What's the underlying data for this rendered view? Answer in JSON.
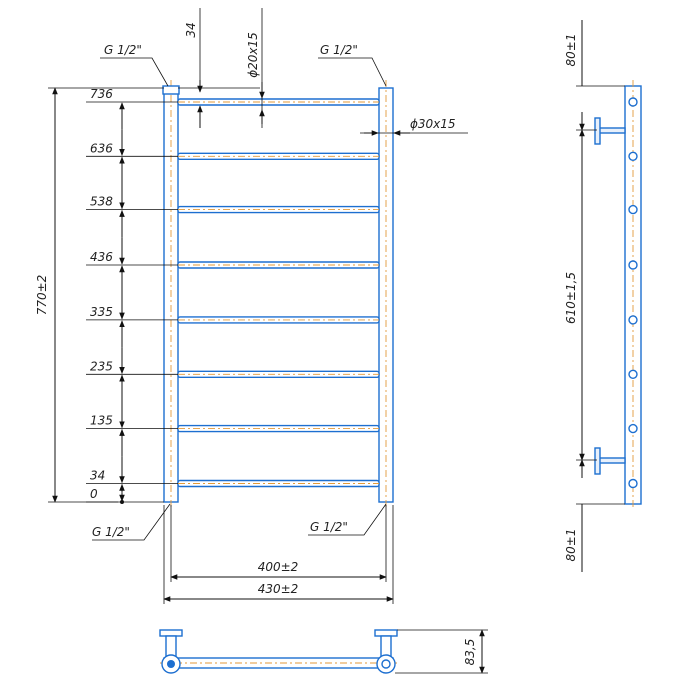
{
  "callouts": {
    "top_left_thread": "G 1/2\"",
    "top_right_thread": "G 1/2\"",
    "bottom_left_thread": "G 1/2\"",
    "bottom_right_thread": "G 1/2\"",
    "tube_top_offset": "34",
    "rung_diameter": "ϕ20х15",
    "riser_diameter": "ϕ30х15"
  },
  "rung_heights": [
    "736",
    "636",
    "538",
    "436",
    "335",
    "235",
    "135",
    "34",
    "0"
  ],
  "overall": {
    "height": "770±2",
    "center_width": "400±2",
    "total_width": "430±2",
    "depth": "83,5"
  },
  "side_view": {
    "top_offset": "80±1",
    "mount_spacing": "610±1,5",
    "bottom_offset": "80±1"
  },
  "colors": {
    "tube": "#1d6fd0",
    "centerline": "#e39a3a",
    "dimension": "#111111"
  }
}
